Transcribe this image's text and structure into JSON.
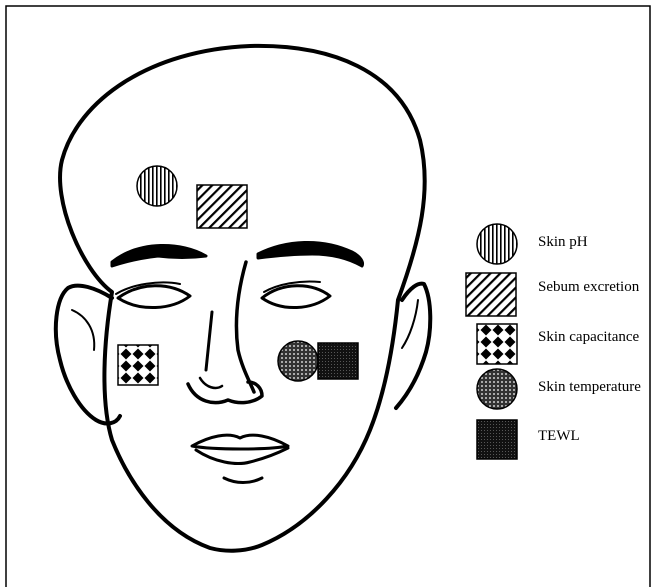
{
  "colors": {
    "ink": "#000000",
    "paper": "#ffffff"
  },
  "legend": [
    {
      "id": "skin-ph",
      "label": "Skin pH",
      "symbol": "circle",
      "pattern": "vertical-lines"
    },
    {
      "id": "sebum",
      "label": "Sebum excretion",
      "symbol": "square",
      "pattern": "diagonal-lines"
    },
    {
      "id": "capacitance",
      "label": "Skin capacitance",
      "symbol": "square",
      "pattern": "diamond-checker"
    },
    {
      "id": "temperature",
      "label": "Skin temperature",
      "symbol": "circle",
      "pattern": "dots"
    },
    {
      "id": "tewl",
      "label": "TEWL",
      "symbol": "square",
      "pattern": "dense-dots"
    }
  ],
  "face_markers": [
    {
      "measure": "Skin pH",
      "site": "forehead"
    },
    {
      "measure": "Sebum excretion",
      "site": "forehead"
    },
    {
      "measure": "Skin capacitance",
      "site": "right cheek"
    },
    {
      "measure": "Skin temperature",
      "site": "left cheek"
    },
    {
      "measure": "TEWL",
      "site": "left cheek"
    }
  ]
}
